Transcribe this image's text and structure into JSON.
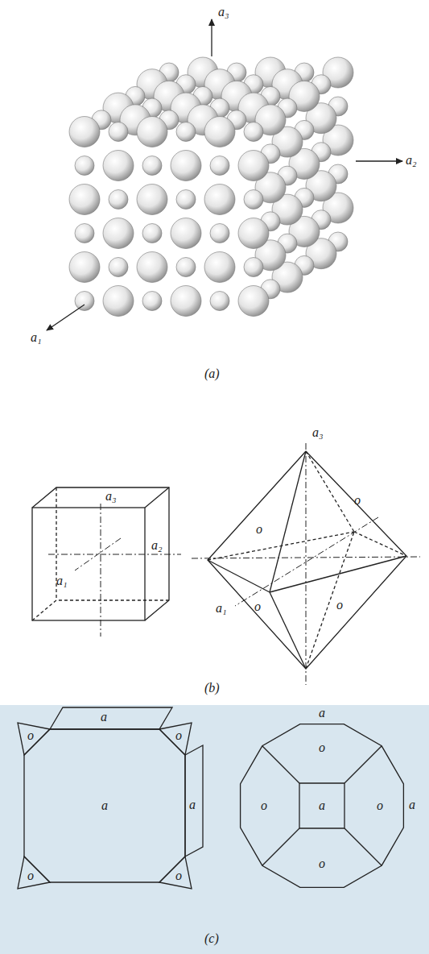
{
  "diagram": {
    "labels": [
      "a₃",
      "a₂",
      "a₁",
      "(a)",
      "a₃",
      "a₂",
      "a₁",
      "a₃",
      "a₁",
      "o",
      "o",
      "o",
      "o",
      "(b)",
      "o",
      "a",
      "o",
      "a",
      "a",
      "o",
      "o",
      "a",
      "o",
      "o",
      "a",
      "o",
      "a",
      "o",
      "(c)"
    ]
  }
}
